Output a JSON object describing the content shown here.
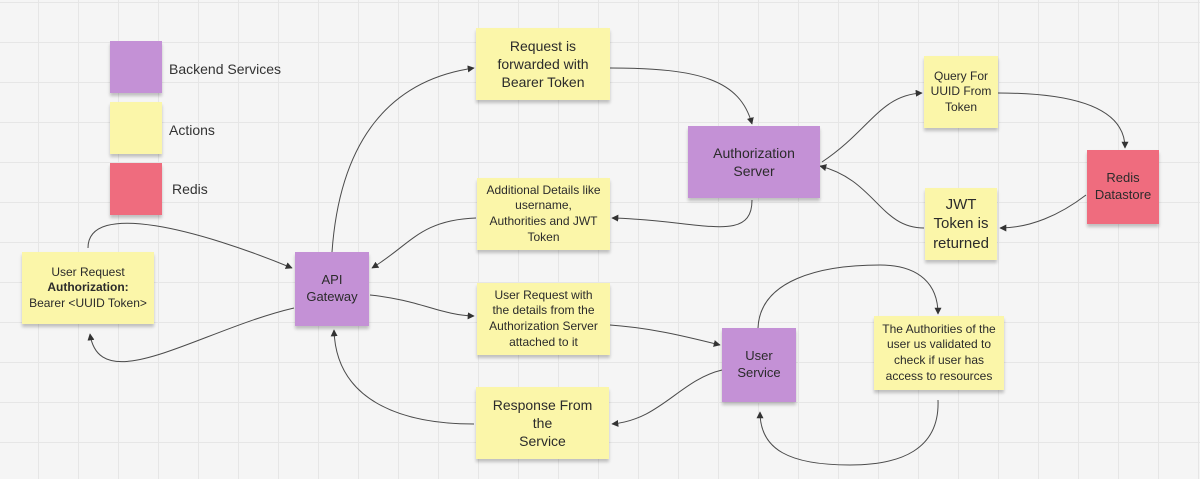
{
  "legend": [
    {
      "label": "Backend Services",
      "color": "#c491d6"
    },
    {
      "label": "Actions",
      "color": "#fbf6a9"
    },
    {
      "label": "Redis",
      "color": "#ef6c7e"
    }
  ],
  "nodes": {
    "user_request": {
      "line1": "User Request",
      "line2_bold": "Authorization:",
      "line3": "Bearer <UUID Token>"
    },
    "api_gateway": "API\nGateway",
    "forward_request": "Request is\nforwarded with\nBearer Token",
    "authorization_server": "Authorization\nServer",
    "query_uuid": "Query For\nUUID From\nToken",
    "redis_datastore": "Redis\nDatastore",
    "jwt_returned": "JWT\nToken is\nreturned",
    "additional_details": "Additional Details like\nusername,\nAuthorities and JWT\nToken",
    "user_request_details": "User Request with\nthe details from the\nAuthorization Server\nattached to it",
    "user_service": "User\nService",
    "authorities_validated": "The Authorities of the\nuser us validated to\ncheck if user has\naccess to resources",
    "response_from_service": "Response From the\nService"
  },
  "colors": {
    "yellow": "#fbf6a9",
    "purple": "#c491d6",
    "red": "#ef6c7e",
    "connector": "#4a4a4a"
  }
}
